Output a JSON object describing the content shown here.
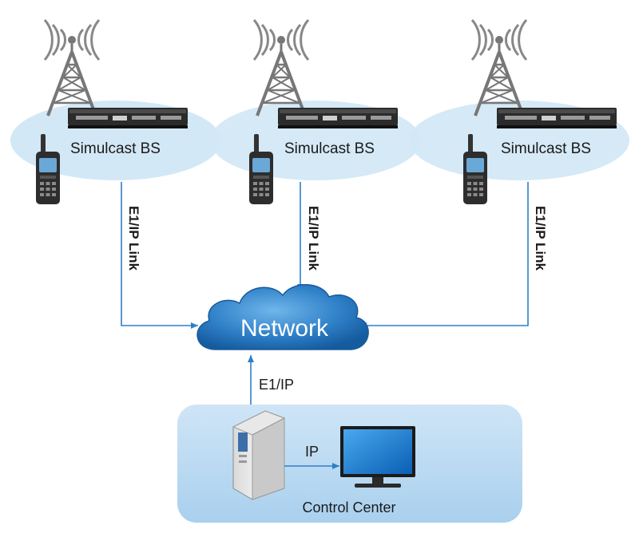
{
  "sites": [
    {
      "label": "Simulcast BS",
      "link_label": "E1/IP Link"
    },
    {
      "label": "Simulcast BS",
      "link_label": "E1/IP Link"
    },
    {
      "label": "Simulcast BS",
      "link_label": "E1/IP Link"
    }
  ],
  "network": {
    "label": "Network"
  },
  "uplink": {
    "label": "E1/IP"
  },
  "control_center": {
    "label": "Control Center",
    "ip_label": "IP"
  },
  "colors": {
    "coverage": "#d3e8f6",
    "link": "#2f7fc8",
    "cloud_dark": "#1f69b3",
    "cloud_light": "#5aa7e0",
    "panel": "#bfdcf2",
    "tower": "#777777"
  },
  "icons": [
    "antenna-tower-icon",
    "base-station-rack-icon",
    "handheld-radio-icon",
    "cloud-icon",
    "server-icon",
    "monitor-icon"
  ]
}
